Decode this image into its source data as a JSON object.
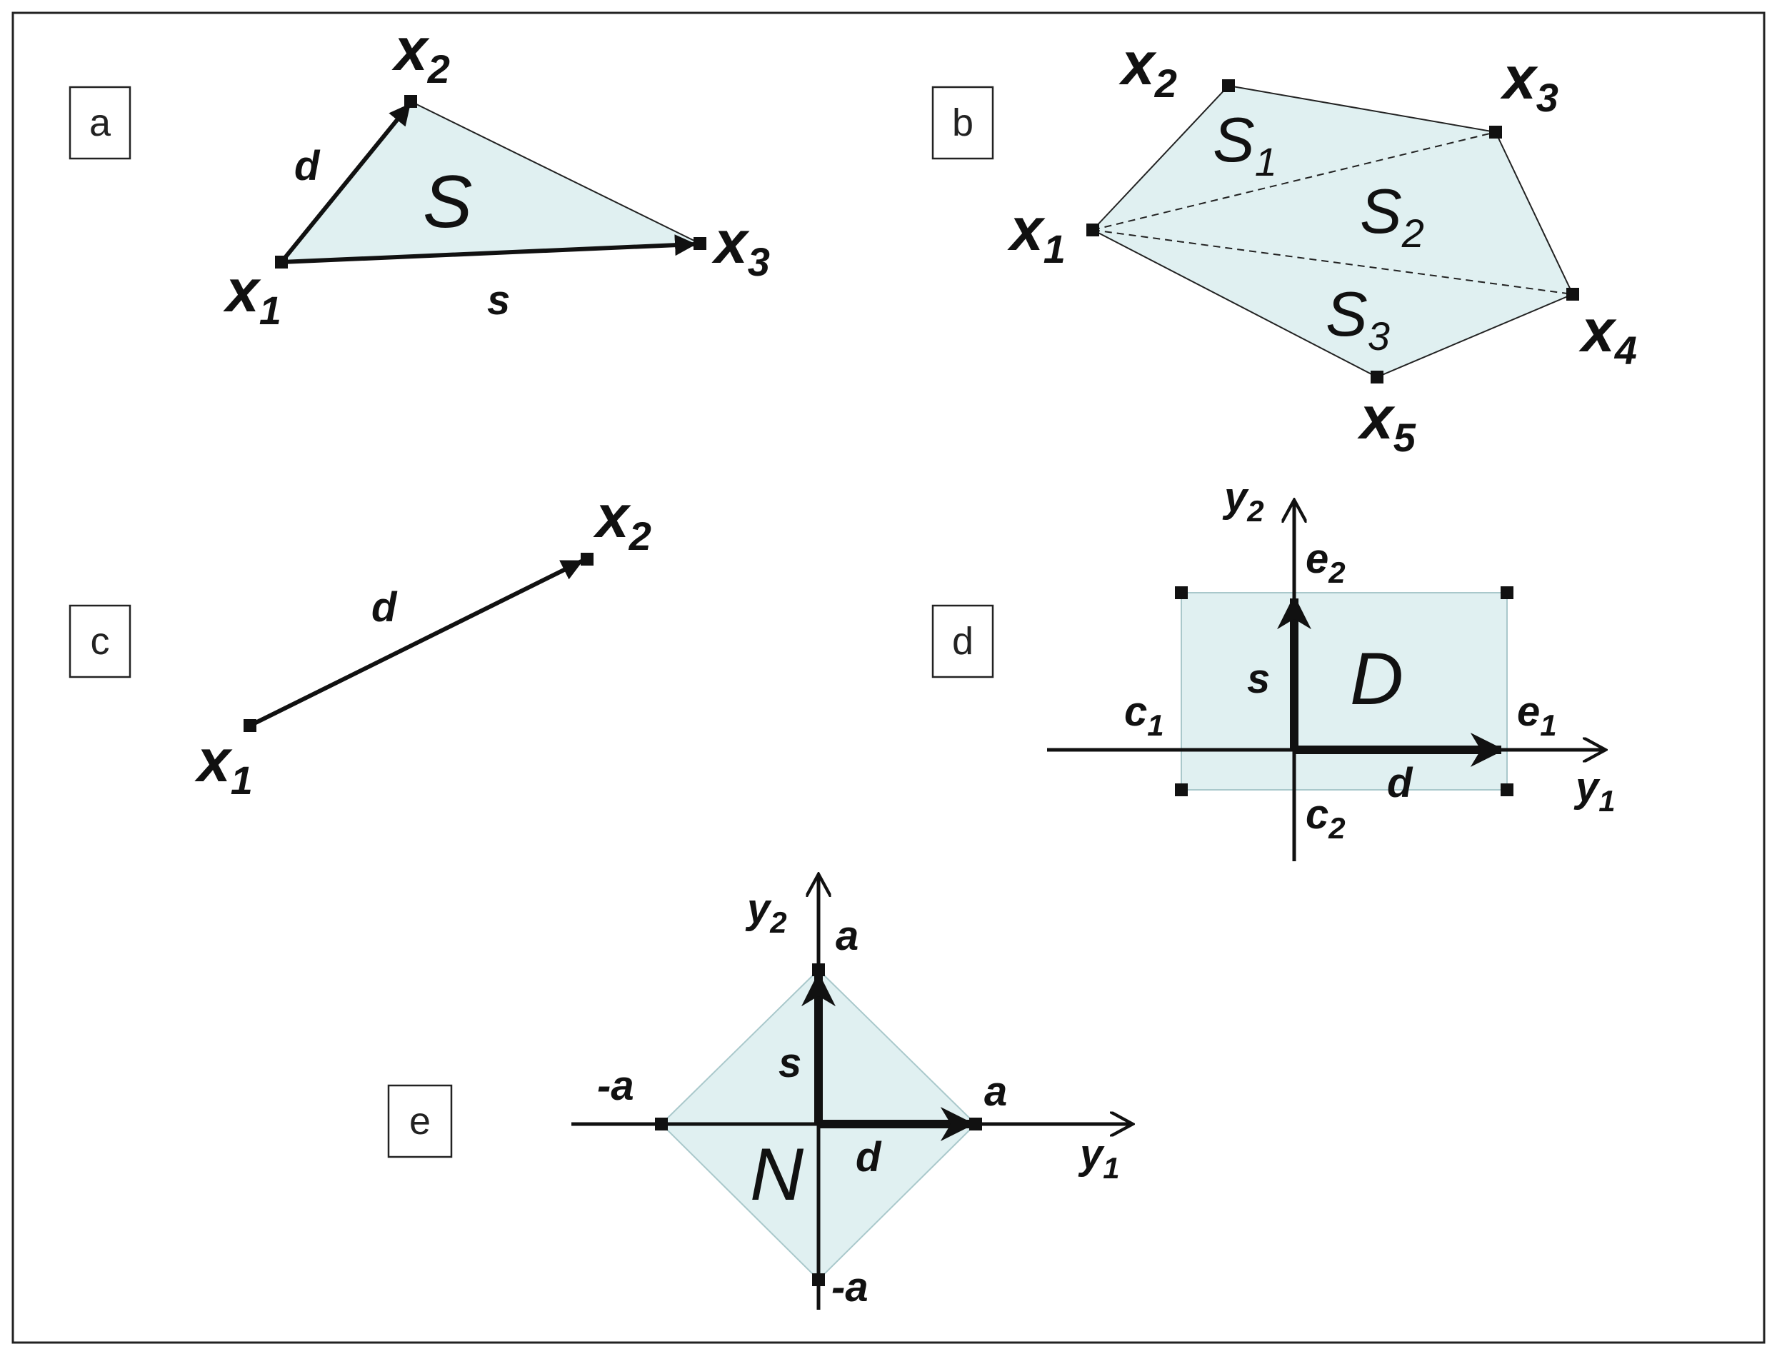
{
  "panels": {
    "a": {
      "letter": "a",
      "x1": "x",
      "x1_sub": "1",
      "x2": "x",
      "x2_sub": "2",
      "x3": "x",
      "x3_sub": "3",
      "edge_d": "d",
      "edge_s": "s",
      "area": "S"
    },
    "b": {
      "letter": "b",
      "x1": "x",
      "x1_sub": "1",
      "x2": "x",
      "x2_sub": "2",
      "x3": "x",
      "x3_sub": "3",
      "x4": "x",
      "x4_sub": "4",
      "x5": "x",
      "x5_sub": "5",
      "s1": "S",
      "s1_sub": "1",
      "s2": "S",
      "s2_sub": "2",
      "s3": "S",
      "s3_sub": "3"
    },
    "c": {
      "letter": "c",
      "x1": "x",
      "x1_sub": "1",
      "x2": "x",
      "x2_sub": "2",
      "edge_d": "d"
    },
    "d": {
      "letter": "d",
      "y1": "y",
      "y1_sub": "1",
      "y2": "y",
      "y2_sub": "2",
      "c1": "c",
      "c1_sub": "1",
      "c2": "c",
      "c2_sub": "2",
      "e1": "e",
      "e1_sub": "1",
      "e2": "e",
      "e2_sub": "2",
      "vec_s": "s",
      "vec_d": "d",
      "area": "D"
    },
    "e": {
      "letter": "e",
      "y1": "y",
      "y1_sub": "1",
      "y2": "y",
      "y2_sub": "2",
      "a_top": "a",
      "a_right": "a",
      "neg_a_left": "-a",
      "neg_a_bottom": "-a",
      "vec_s": "s",
      "vec_d": "d",
      "area": "N"
    }
  },
  "colors": {
    "fill": "#e0f0f1",
    "stroke": "#111111"
  }
}
